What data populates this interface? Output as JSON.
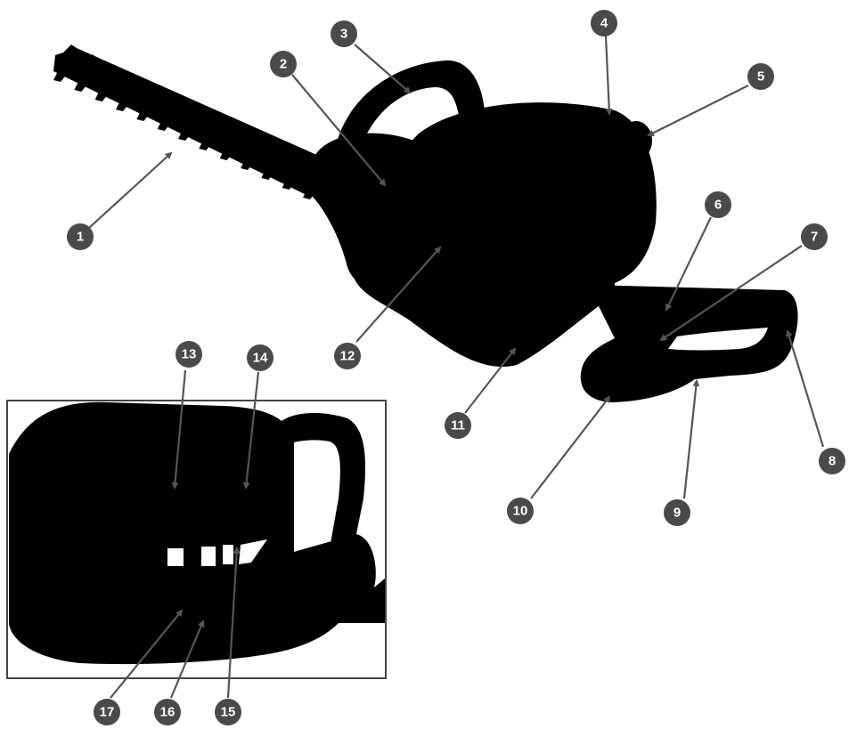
{
  "diagram": {
    "subject": "hedge trimmer silhouette parts diagram",
    "colors": {
      "silhouette": "#000000",
      "callout": "#4a4a4a",
      "leader": "#555555",
      "background": "#ffffff",
      "inset_border": "#444444"
    },
    "callouts": [
      "1",
      "2",
      "3",
      "4",
      "5",
      "6",
      "7",
      "8",
      "9",
      "10",
      "11",
      "12",
      "13",
      "14",
      "15",
      "16",
      "17"
    ]
  }
}
